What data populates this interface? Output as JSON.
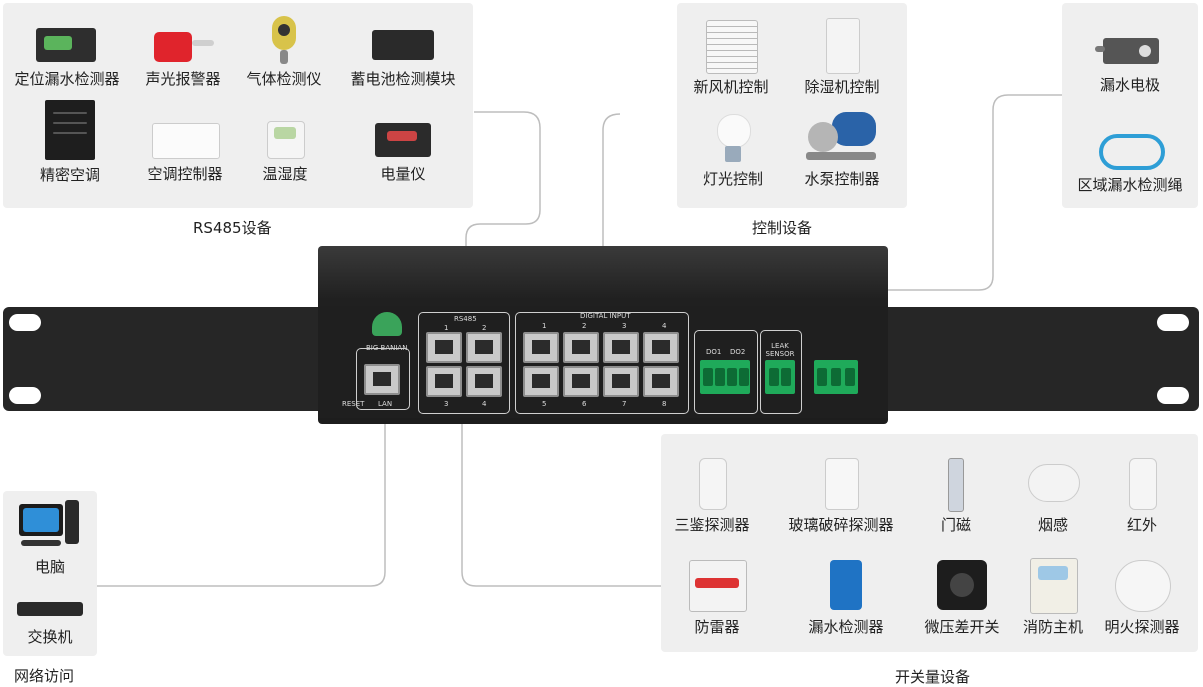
{
  "rs485": {
    "caption": "RS485设备",
    "devices": [
      {
        "label": "定位漏水检测器"
      },
      {
        "label": "声光报警器"
      },
      {
        "label": "气体检测仪"
      },
      {
        "label": "蓄电池检测模块"
      },
      {
        "label": "精密空调"
      },
      {
        "label": "空调控制器"
      },
      {
        "label": "温湿度"
      },
      {
        "label": "电量仪"
      }
    ]
  },
  "control": {
    "caption": "控制设备",
    "devices": [
      {
        "label": "新风机控制"
      },
      {
        "label": "除湿机控制"
      },
      {
        "label": "灯光控制"
      },
      {
        "label": "水泵控制器"
      }
    ]
  },
  "leak": {
    "devices": [
      {
        "label": "漏水电极"
      },
      {
        "label": "区域漏水检测绳"
      }
    ]
  },
  "network": {
    "caption": "网络访问",
    "devices": [
      {
        "label": "电脑"
      },
      {
        "label": "交换机"
      }
    ]
  },
  "switching": {
    "caption": "开关量设备",
    "devices": [
      {
        "label": "三鉴探测器"
      },
      {
        "label": "玻璃破碎探测器"
      },
      {
        "label": "门磁"
      },
      {
        "label": "烟感"
      },
      {
        "label": "红外"
      },
      {
        "label": "防雷器"
      },
      {
        "label": "漏水检测器"
      },
      {
        "label": "微压差开关"
      },
      {
        "label": "消防主机"
      },
      {
        "label": "明火探测器"
      }
    ]
  },
  "device_panel": {
    "brand": "BIG BANIAN",
    "rs485_label": "RS485",
    "digital_input_label": "DIGITAL INPUT",
    "do_labels": [
      "DO1",
      "DO2"
    ],
    "leak_label": "LEAK SENSOR",
    "lan_label": "LAN",
    "reset_label": "RESET",
    "rs485_ports": [
      "1",
      "2",
      "3",
      "4"
    ],
    "di_ports": [
      "1",
      "2",
      "3",
      "4",
      "5",
      "6",
      "7",
      "8"
    ]
  }
}
